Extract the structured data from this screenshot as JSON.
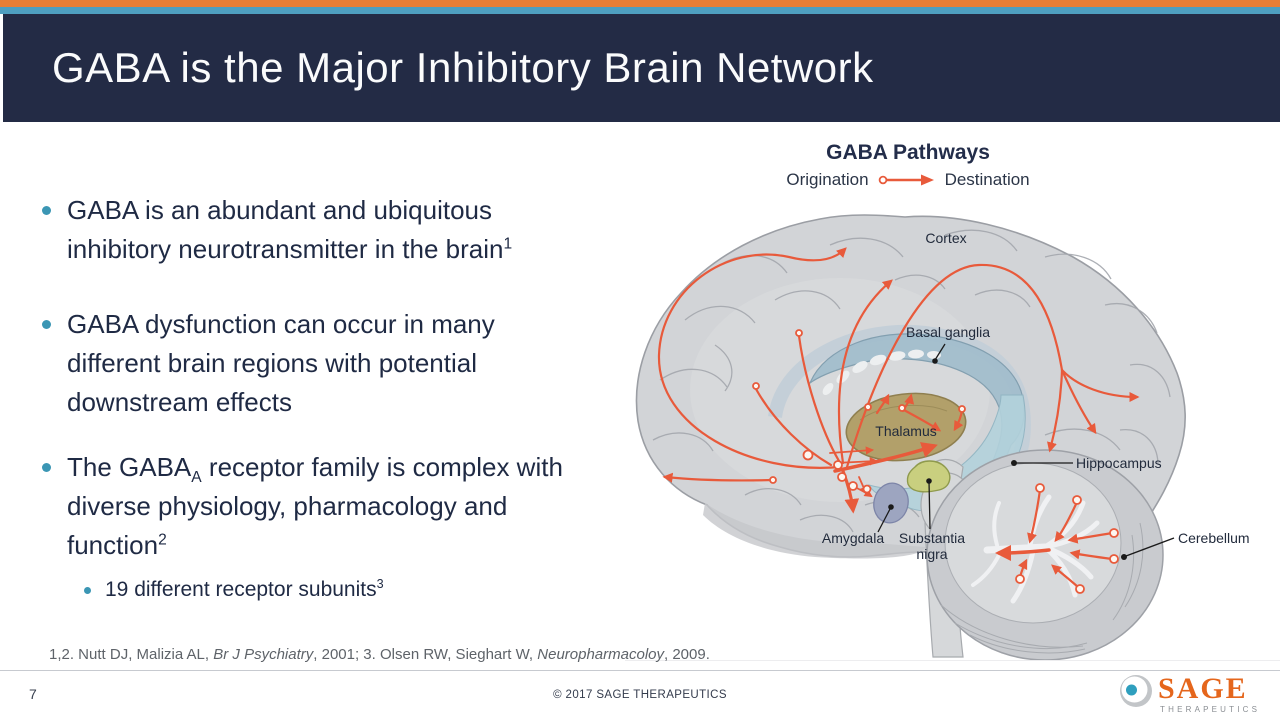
{
  "header": {
    "title": "GABA is the Major Inhibitory Brain Network"
  },
  "bullets": {
    "b1": {
      "l1": "GABA is an abundant and ubiquitous",
      "l2": "inhibitory neurotransmitter in the brain",
      "sup": "1"
    },
    "b2": {
      "l1": "GABA dysfunction can occur in many",
      "l2": "different brain regions with potential",
      "l3": "downstream effects"
    },
    "b3": {
      "pre": "The GABA",
      "sub": "A",
      "post": " receptor family is complex with",
      "l2": "diverse physiology, pharmacology and",
      "l3": "function",
      "sup": "2"
    },
    "sub": {
      "text": "19 different receptor subunits",
      "sup": "3"
    }
  },
  "diagram": {
    "title": "GABA Pathways",
    "legend": {
      "origination": "Origination",
      "destination": "Destination"
    },
    "labels": {
      "cortex": "Cortex",
      "basal_ganglia": "Basal ganglia",
      "thalamus": "Thalamus",
      "hippocampus": "Hippocampus",
      "amygdala": "Amygdala",
      "substantia_1": "Substantia",
      "substantia_2": "nigra",
      "cerebellum": "Cerebellum"
    }
  },
  "footer": {
    "citation": {
      "c1": "1,2. Nutt DJ, Malizia AL, ",
      "c2": "Br J Psychiatry",
      "c3": ", 2001; 3. Olsen RW, Sieghart W, ",
      "c4": "Neuropharmacoloy",
      "c5": ", 2009."
    },
    "page_number": "7",
    "copyright": "© 2017 SAGE THERAPEUTICS",
    "logo": {
      "name": "SAGE",
      "sub": "THERAPEUTICS"
    }
  },
  "colors": {
    "accent_orange": "#E87E35",
    "accent_teal": "#4E9FC0",
    "header_navy": "#232B45",
    "body_text": "#1F2A44",
    "pathway_orange": "#E85A3B",
    "bullet_teal": "#3B96B4",
    "logo_orange": "#E5661C"
  }
}
